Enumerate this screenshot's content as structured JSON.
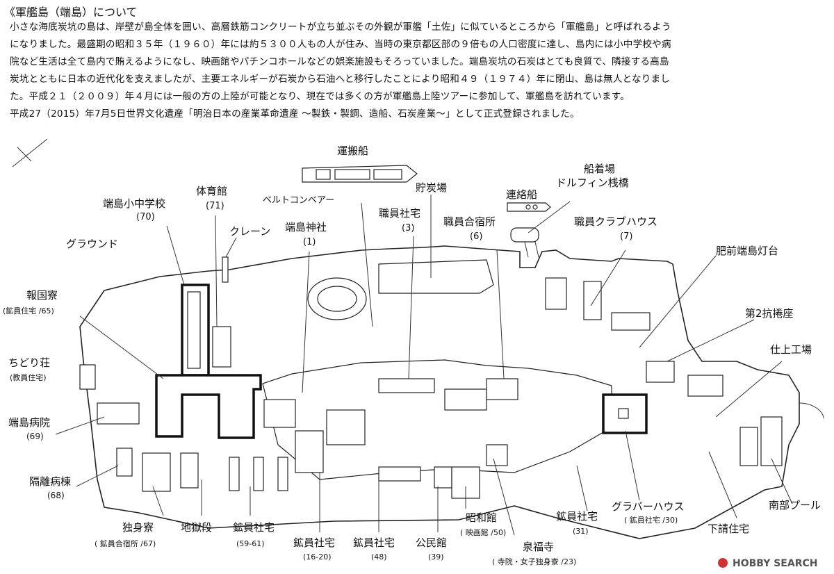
{
  "title": "《軍艦島（端島）について",
  "paragraph": [
    "小さな海底炭坑の島は、岸壁が島全体を囲い、高層鉄筋コンクリートが立ち並ぶその外観が軍艦「土佐」に似ているところから「軍艦島」と呼ばれるよう",
    "になりました。最盛期の昭和３５年（１９６０）年には約５３００人もの人が住み、当時の東京都区部の９倍もの人口密度に達し、島内には小中学校や病",
    "院など生活は全て島内で賄えるようになし、映画館やパチンコホールなどの娯楽施設もそろっていました。端島炭坑の石炭はとても良質で、隣接する高島",
    "炭坑とともに日本の近代化を支えましたが、主要エネルギーが石炭から石油へと移行したことにより昭和４９（１９７４）年に閉山、島は無人となりまし",
    "た。平成２１（２００９）年４月には一般の方の上陸が可能となり、現在では多くの方が軍艦島上陸ツアーに参加して、軍艦島を訪れています。",
    "平成27（2015）年7月5日世界文化遺産「明治日本の産業革命遺産 〜製鉄・製鋼、造船、石炭産業〜」として正式登録されました。"
  ],
  "labels": {
    "unpansen": "運搬船",
    "funachakuba": "船着場",
    "dolphin": "ドルフィン桟橋",
    "renrakusen": "連絡船",
    "chotanjo": "貯炭場",
    "belt": "ベルトコンベアー",
    "school": "端島小中学校",
    "school_no": "(70)",
    "gym": "体育館",
    "gym_no": "(71)",
    "crane": "クレーン",
    "shrine": "端島神社",
    "shrine_no": "(1)",
    "staff_house": "職員社宅",
    "staff_house_no": "(3)",
    "staff_dorm": "職員合宿所",
    "staff_dorm_no": "(6)",
    "club": "職員クラブハウス",
    "club_no": "(7)",
    "ground": "グラウンド",
    "lighthouse": "肥前端島灯台",
    "mine2": "第2抗捲座",
    "finishing": "仕上工場",
    "houkokuryo": "報国寮",
    "houkokuryo_sub": "(鉱員住宅 /65)",
    "chidori": "ちどり荘",
    "chidori_sub": "(教員住宅)",
    "hospital": "端島病院",
    "hospital_no": "(69)",
    "isolation": "隔離病棟",
    "isolation_no": "(68)",
    "single": "独身寮",
    "single_sub": "( 鉱員合宿所 /67)",
    "jigokudan": "地獄段",
    "kouin1": "鉱員社宅",
    "kouin1_no": "(59-61)",
    "kouin2": "鉱員社宅",
    "kouin2_no": "(16-20)",
    "kouin3": "鉱員社宅",
    "kouin3_no": "(48)",
    "kouminkan": "公民館",
    "kouminkan_no": "(39)",
    "showakan": "昭和館",
    "showakan_sub": "( 映画館 /50)",
    "senpukuji": "泉福寺",
    "senpukuji_sub": "( 寺院・女子独身寮 /23)",
    "kouin4": "鉱員社宅",
    "kouin4_no": "(31)",
    "glover": "グラバーハウス",
    "glover_sub": "( 鉱員社宅 /30)",
    "shitauke": "下請住宅",
    "pool": "南部プール"
  },
  "watermark": {
    "brand": "HOBBY SEARCH"
  }
}
